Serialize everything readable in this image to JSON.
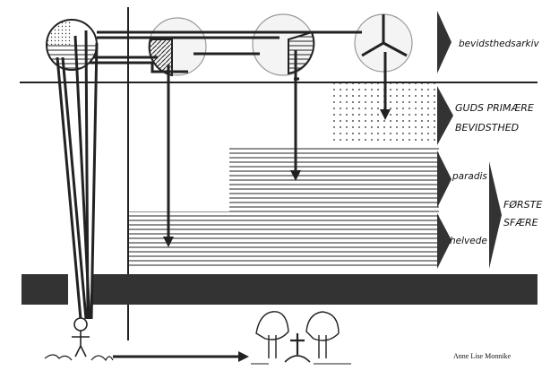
{
  "labels": {
    "archive": "bevidsthedsarkiv",
    "gods_primary_line1": "GUDS PRIMÆRE",
    "gods_primary_line2": "BEVIDSTHED",
    "paradise": "paradis",
    "hell": "helvede",
    "first_sphere_line1": "FØRSTE",
    "first_sphere_line2": "SFÆRE"
  },
  "credit": {
    "artist": "Anne Lise Monnike"
  },
  "icons": {
    "arrow_glyph": "arrow-icon",
    "grave_cross": "cross-icon"
  }
}
